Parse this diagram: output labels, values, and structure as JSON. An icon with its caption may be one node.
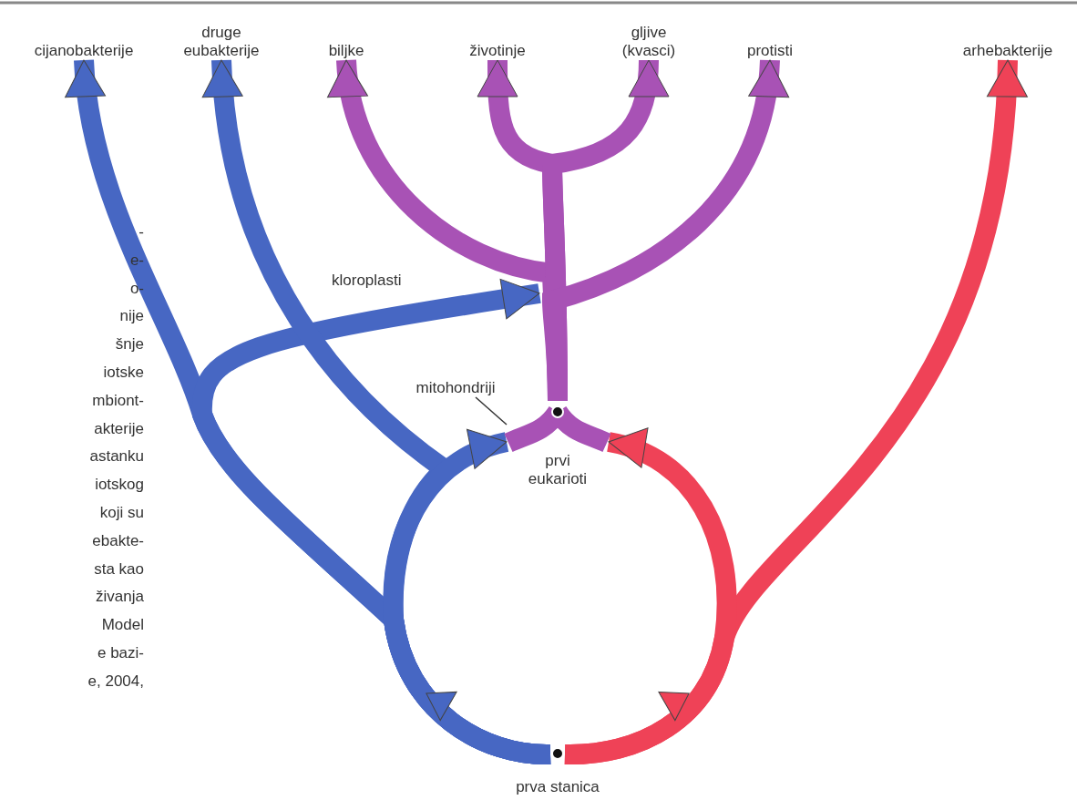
{
  "diagram": {
    "nodes": [
      {
        "text": [
          "prva stanica"
        ]
      },
      {
        "text": [
          "prvi eukarioti"
        ]
      },
      {
        "text": [
          "cijanobakterije"
        ]
      },
      {
        "text": [
          "druge eubakterije"
        ]
      },
      {
        "text": [
          "biljke"
        ]
      },
      {
        "text": [
          "životinje"
        ]
      },
      {
        "text": [
          "gljive (kvasci)"
        ]
      },
      {
        "text": [
          "protisti"
        ]
      },
      {
        "text": [
          "arhebakterije"
        ]
      },
      {
        "text": [
          "mitohondriji"
        ]
      }
    ],
    "edges": [
      {
        "from": 0,
        "to": 2,
        "arrow": "to",
        "color": "#4767c3"
      },
      {
        "from": 0,
        "to": 3,
        "arrow": "to",
        "color": "#4767c3"
      },
      {
        "from": 0,
        "to": 1,
        "arrow": "to",
        "color": "#4767c3"
      },
      {
        "from": 0,
        "to": null,
        "arrow": "to",
        "label": "kloroplasti",
        "color": "#4767c3"
      },
      {
        "from": 0,
        "to": 8,
        "arrow": "to",
        "color": "#ef4257"
      },
      {
        "from": 0,
        "to": 1,
        "arrow": "to",
        "color": "#ef4257"
      },
      {
        "from": 1,
        "to": 4,
        "arrow": "to",
        "color": "#a852b5"
      },
      {
        "from": 1,
        "to": 5,
        "arrow": "to",
        "color": "#a852b5"
      },
      {
        "from": 1,
        "to": 6,
        "arrow": "to",
        "color": "#a852b5"
      },
      {
        "from": 1,
        "to": 7,
        "arrow": "to",
        "color": "#a852b5"
      },
      {
        "from": 9,
        "to": 1,
        "arrow": "none",
        "color": "#333333"
      }
    ],
    "labels": [
      "-",
      "e-",
      "o-",
      "nije",
      "šnje",
      "iotske",
      "mbiont-",
      "akterije",
      "astanku",
      "iotskog",
      "koji su",
      "ebakte-",
      "sta kao",
      "živanja",
      "Model",
      "e bazi-",
      "e, 2004,"
    ]
  }
}
